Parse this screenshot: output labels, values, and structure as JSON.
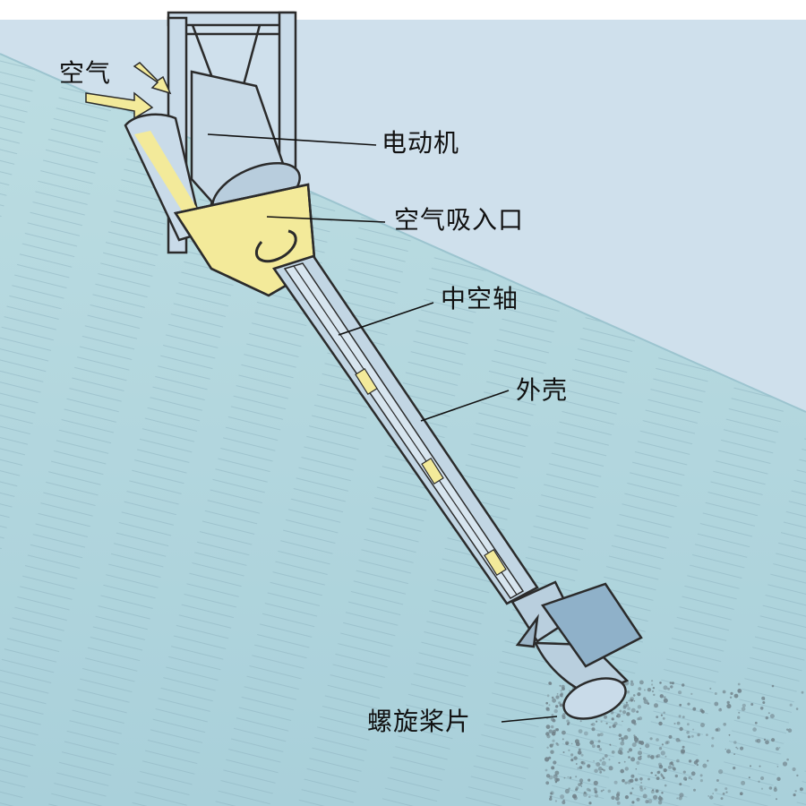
{
  "labels": {
    "air": "空气",
    "motor": "电动机",
    "air_inlet": "空气吸入口",
    "hollow_shaft": "中空轴",
    "housing": "外壳",
    "propeller": "螺旋桨片"
  },
  "colors": {
    "sky": "#cfe0ec",
    "water_top": "#b7d9df",
    "water_bottom": "#9ec9d6",
    "equipment": "#c9dbe9",
    "outline": "#2b2b2b",
    "air_yellow": "#f3ea9a",
    "bubbles": "#7a8a92"
  }
}
